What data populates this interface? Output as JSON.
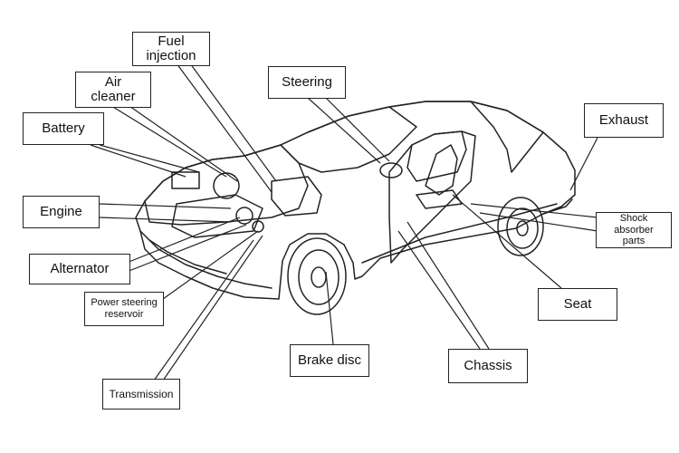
{
  "diagram": {
    "labels": {
      "fuel_injection": "Fuel\ninjection",
      "air_cleaner": "Air\ncleaner",
      "steering": "Steering",
      "battery": "Battery",
      "exhaust": "Exhaust",
      "engine": "Engine",
      "shock_absorber": "Shock\nabsorber\nparts",
      "alternator": "Alternator",
      "power_steering_reservoir": "Power steering\nreservoir",
      "seat": "Seat",
      "brake_disc": "Brake disc",
      "chassis": "Chassis",
      "transmission": "Transmission"
    },
    "colors": {
      "line": "#222222",
      "background": "#ffffff"
    }
  }
}
